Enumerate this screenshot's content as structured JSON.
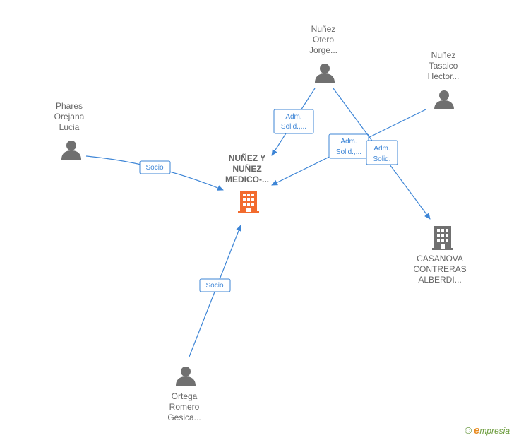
{
  "nodes": {
    "nunez_otero": {
      "label": [
        "Nuñez",
        "Otero",
        "Jorge..."
      ]
    },
    "nunez_tasaico": {
      "label": [
        "Nuñez",
        "Tasaico",
        "Hector..."
      ]
    },
    "phares": {
      "label": [
        "Phares",
        "Orejana",
        "Lucia"
      ]
    },
    "ortega": {
      "label": [
        "Ortega",
        "Romero",
        "Gesica..."
      ]
    },
    "nunez_y_nunez": {
      "label": [
        "NUÑEZ Y",
        "NUÑEZ",
        "MEDICO-..."
      ]
    },
    "casanova": {
      "label": [
        "CASANOVA",
        "CONTRERAS",
        "ALBERDI..."
      ]
    }
  },
  "edges": {
    "otero_to_main": {
      "label": [
        "Adm.",
        "Solid.,..."
      ]
    },
    "tasaico_to_main": {
      "label": [
        "Adm.",
        "Solid.,..."
      ]
    },
    "otero_to_casanova": {
      "label": [
        "Adm.",
        "Solid."
      ]
    },
    "phares_to_main": {
      "label": [
        "Socio"
      ]
    },
    "ortega_to_main": {
      "label": [
        "Socio"
      ]
    }
  },
  "colors": {
    "edge": "#3d85d6",
    "person": "#707070",
    "company_main": "#f26b2e",
    "company_other": "#707070"
  },
  "footer": {
    "copyright": "©",
    "brand_initial": "e",
    "brand_rest": "mpresia"
  }
}
